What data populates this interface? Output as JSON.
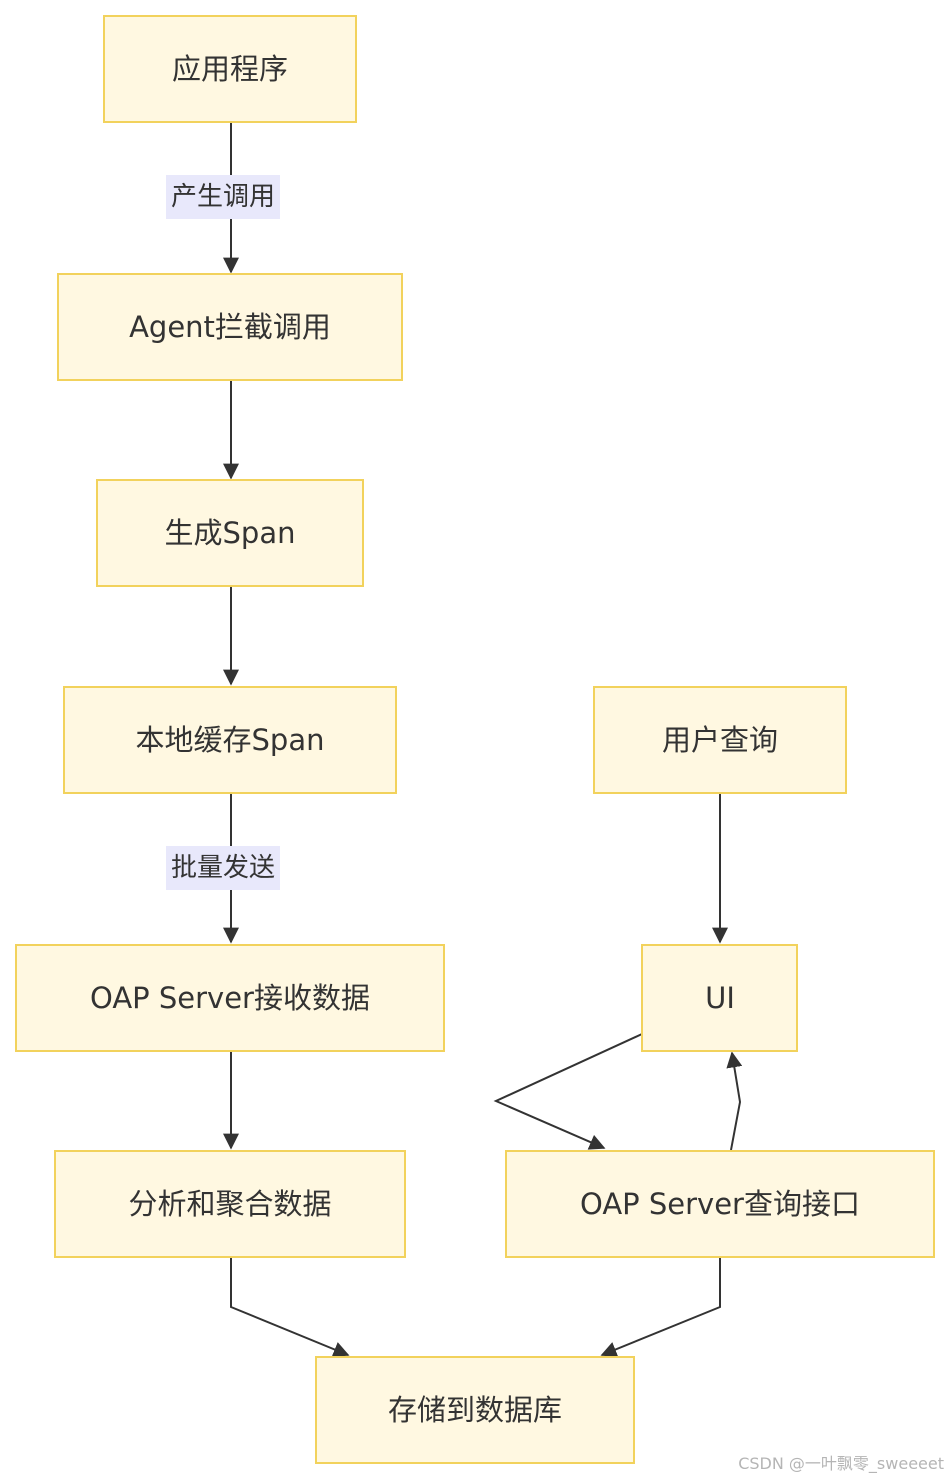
{
  "nodes": {
    "app": "应用程序",
    "agent": "Agent拦截调用",
    "span": "生成Span",
    "cache": "本地缓存Span",
    "oap_receive": "OAP Server接收数据",
    "analyze": "分析和聚合数据",
    "storage": "存储到数据库",
    "user_query": "用户查询",
    "ui": "UI",
    "oap_query": "OAP Server查询接口"
  },
  "edge_labels": {
    "app_to_agent": "产生调用",
    "cache_to_oap": "批量发送"
  },
  "watermark": "CSDN @一叶飘零_sweeeet",
  "colors": {
    "node_fill": "#fff8e1",
    "node_border": "#f2d25c",
    "edge": "#333333",
    "edge_label_bg": "#e8e8fb",
    "text": "#333333"
  }
}
